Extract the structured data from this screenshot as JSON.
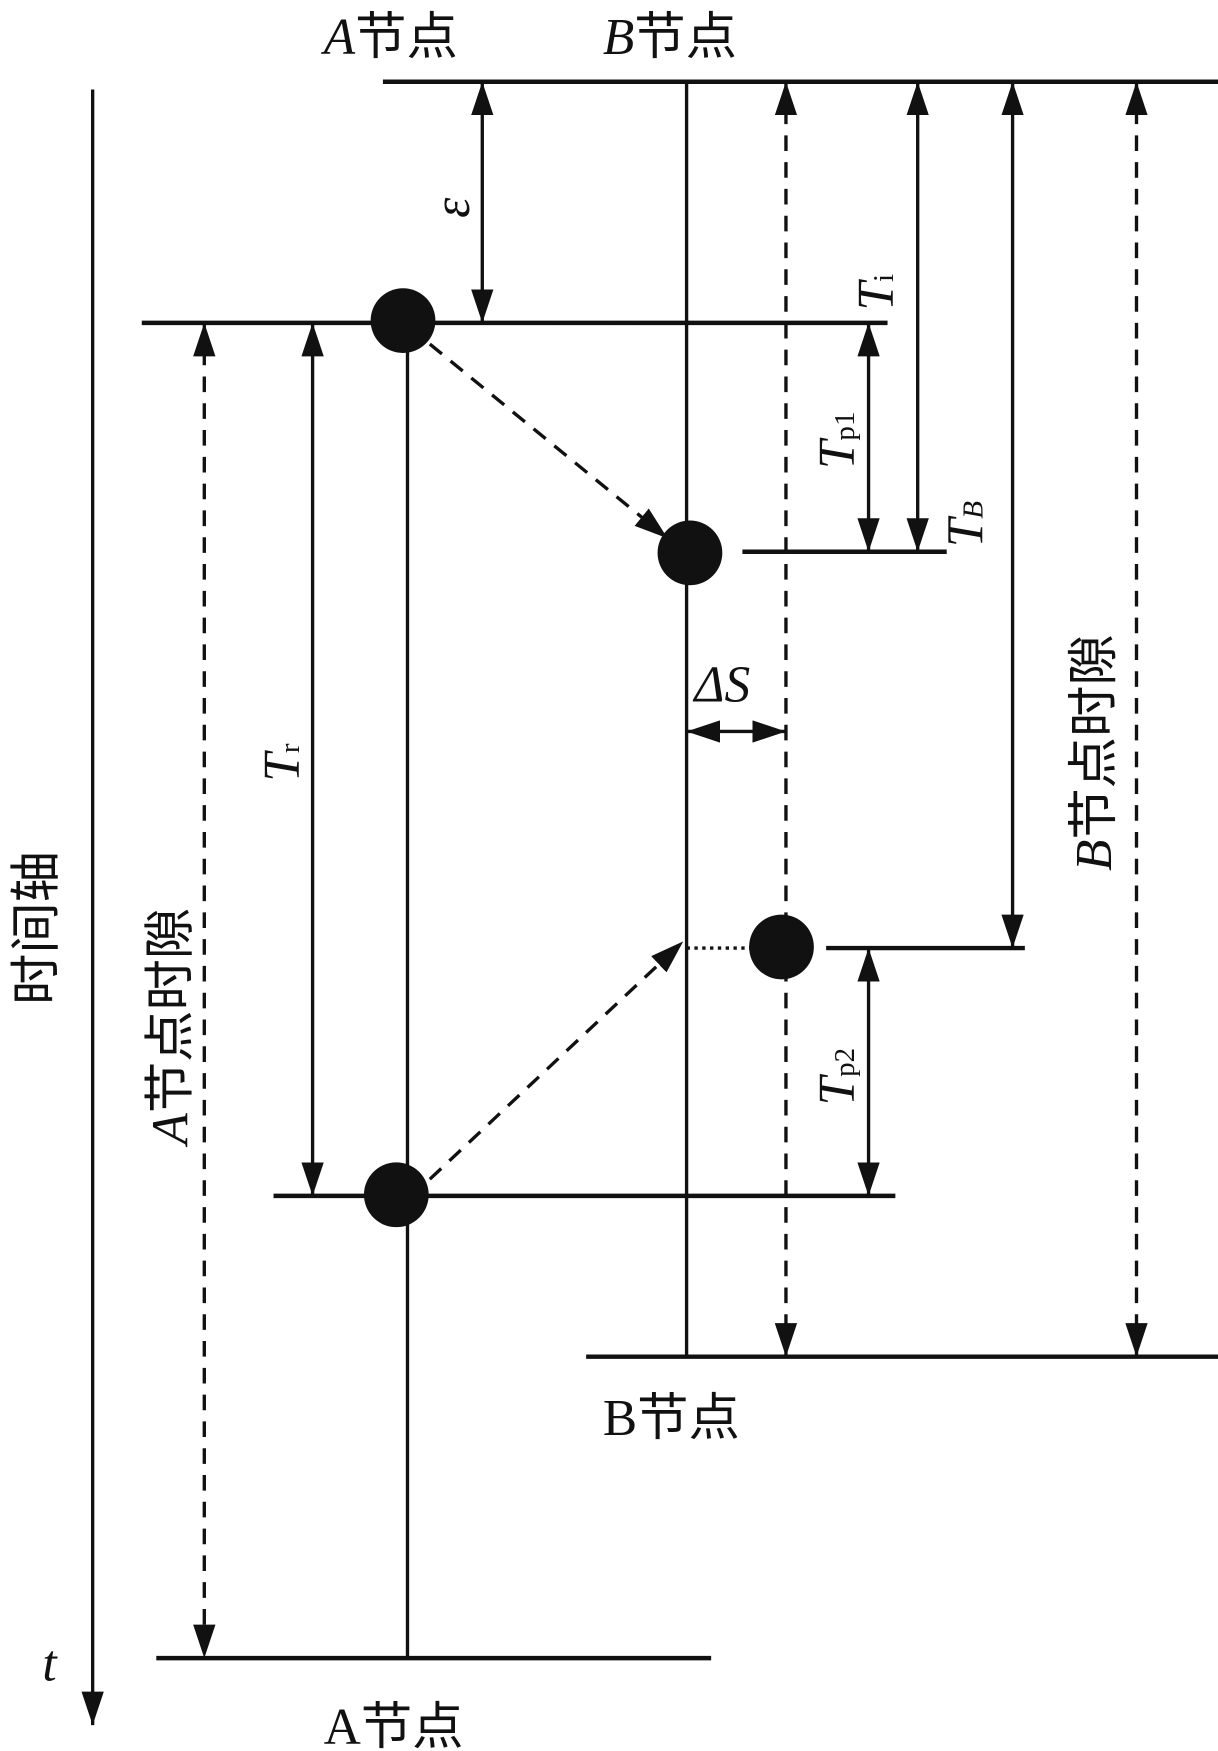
{
  "labels": {
    "a_node": "A节点",
    "b_node": "B节点",
    "a_letter": "A",
    "b_letter": "B",
    "node_suffix": "节点",
    "time_axis": "时间轴",
    "t": "t",
    "epsilon": "ε",
    "T": "T",
    "sub_i": "i",
    "sub_p1": "p1",
    "sub_B": "B",
    "sub_r": "r",
    "sub_p2": "p2",
    "delta_s": "ΔS",
    "a_slot_suffix": "节点时隙",
    "b_slot_suffix": "节点时隙"
  },
  "colors": {
    "ink": "#111111",
    "background": "#ffffff"
  }
}
